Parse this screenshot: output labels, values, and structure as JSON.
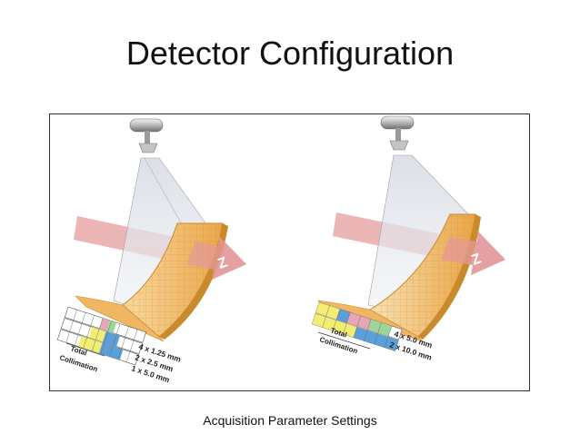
{
  "slide": {
    "title": "Detector Configuration",
    "caption": "Acquisition Parameter Settings"
  },
  "diagram_left": {
    "axis_label": "Z",
    "config_1": "4 x 1.25 mm",
    "config_2": "2 x 2.5 mm",
    "config_3": "1 x 5.0 mm",
    "total_label": "Total",
    "collimation_label": "Collimation"
  },
  "diagram_right": {
    "axis_label": "Z",
    "config_1": "4 x 5.0 mm",
    "config_2": "2 x 10.0 mm",
    "total_label": "Total",
    "collimation_label": "Collimation"
  },
  "colors": {
    "detector": "#f2b560",
    "detector_edge": "#c98a2c",
    "arrow": "#e9a9a9",
    "beam": "#dfe3ea",
    "yellow_cell": "#f3ee73",
    "blue_cell": "#5aa0d8",
    "pink_cell": "#e7a5b5",
    "green_cell": "#9fd59a"
  }
}
